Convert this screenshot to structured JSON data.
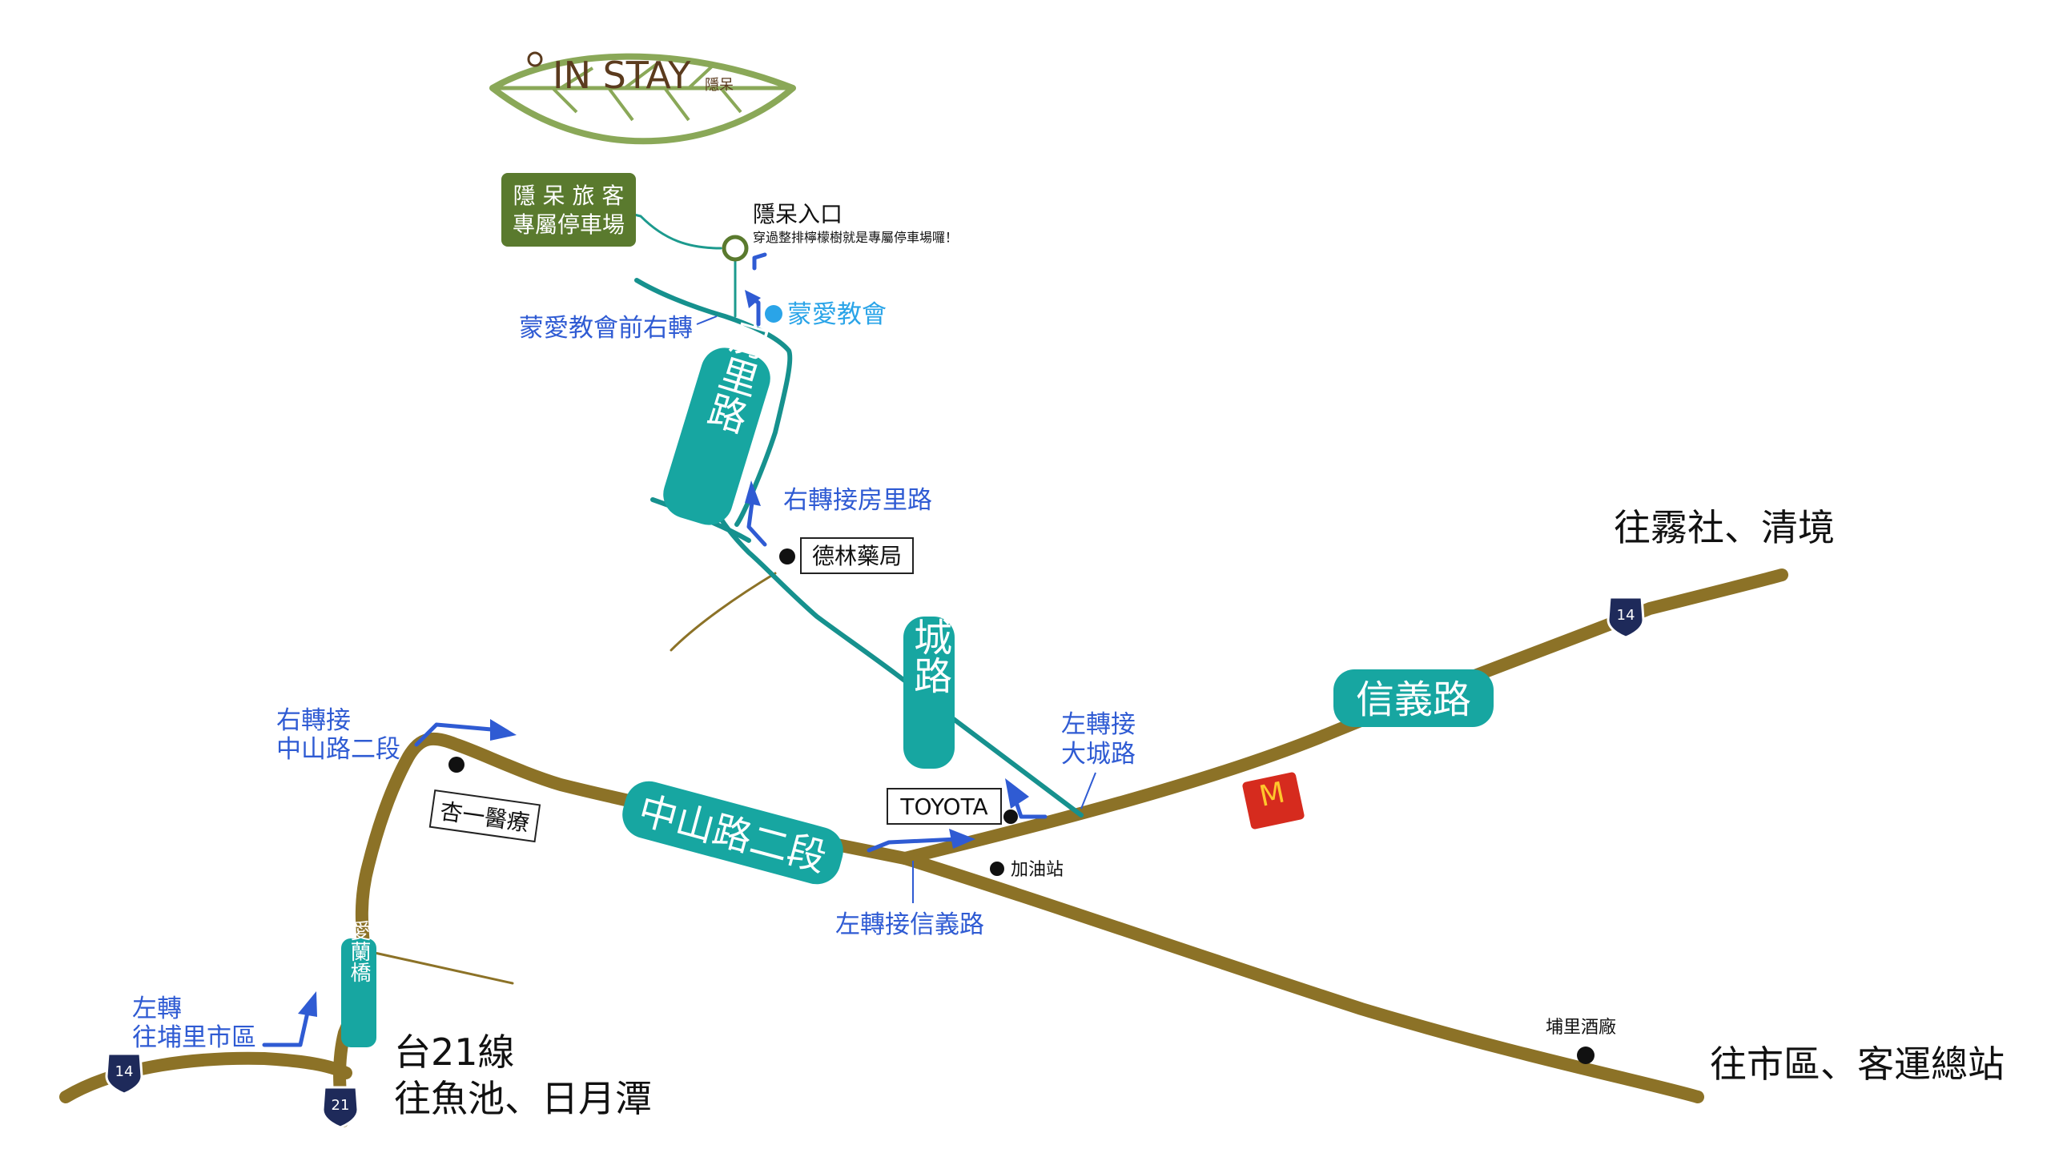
{
  "logo": {
    "name_en": "IN STAY",
    "name_zh": "隱呆"
  },
  "parking": {
    "line1": "隱 呆 旅 客",
    "line2": "專屬停車場"
  },
  "entrance": {
    "title": "隱呆入口",
    "note": "穿過整排檸檬樹就是專屬停車場囉！"
  },
  "landmarks": {
    "church": "蒙愛教會",
    "pharmacy": "德林藥局",
    "toyota": "TOYOTA",
    "clinic": "杏一醫療",
    "gas_station": "加油站",
    "winery": "埔里酒廠",
    "mcdonalds": "McDonald's"
  },
  "roads": {
    "fangli": "房里路",
    "dacheng": "大城路",
    "zhongshan": "中山路二段",
    "xinyi": "信義路",
    "ailan": "愛蘭橋"
  },
  "directions": {
    "church_right": "蒙愛教會前右轉",
    "fangli_right": "右轉接房里路",
    "dacheng_left_1": "左轉接",
    "dacheng_left_2": "大城路",
    "zhongshan_right_1": "右轉接",
    "zhongshan_right_2": "中山路二段",
    "xinyi_left": "左轉接信義路",
    "puli_left_1": "左轉",
    "puli_left_2": "往埔里市區"
  },
  "destinations": {
    "wushe": "往霧社、清境",
    "city": "往市區、客運總站",
    "route21": "台21線",
    "yuchi": "往魚池、日月潭"
  },
  "shields": {
    "route14_top": "14",
    "route14_left": "14",
    "route21": "21"
  },
  "colors": {
    "road_main": "#8c7227",
    "road_local": "#16918e",
    "road_label_bg": "#17a6a1",
    "direction_text": "#2f5bd3",
    "church_dot": "#2aa4e8",
    "parking_bg": "#5a7a2e",
    "logo_leaf": "#8aa858",
    "mcdonalds_red": "#d62b1e",
    "mcdonalds_yellow": "#ffc72c"
  }
}
